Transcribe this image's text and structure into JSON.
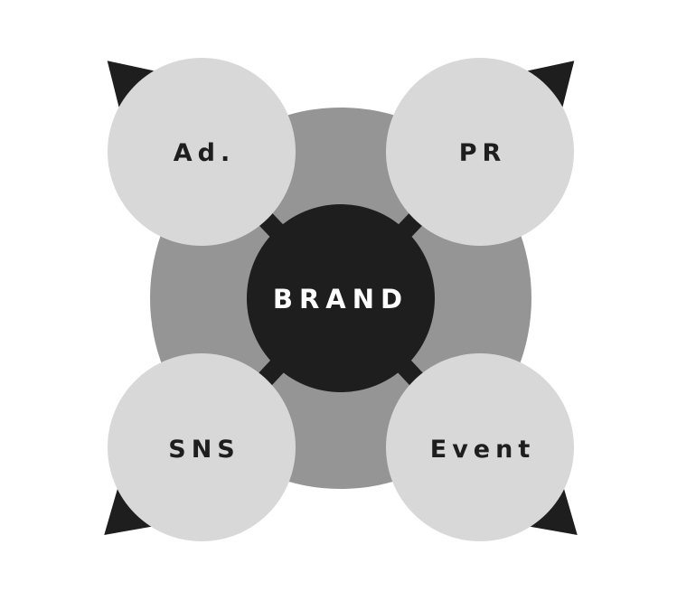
{
  "diagram": {
    "center": {
      "label": "BRAND"
    },
    "nodes": {
      "top_left": {
        "label": "Ad."
      },
      "top_right": {
        "label": "PR"
      },
      "bottom_left": {
        "label": "SNS"
      },
      "bottom_right": {
        "label": "Event"
      }
    },
    "colors": {
      "ring": "#959595",
      "center": "#1e1e1e",
      "node": "#d8d8d8",
      "arrow": "#1e1e1e",
      "label": "#1e1e1e",
      "center_label": "#ffffff"
    }
  }
}
